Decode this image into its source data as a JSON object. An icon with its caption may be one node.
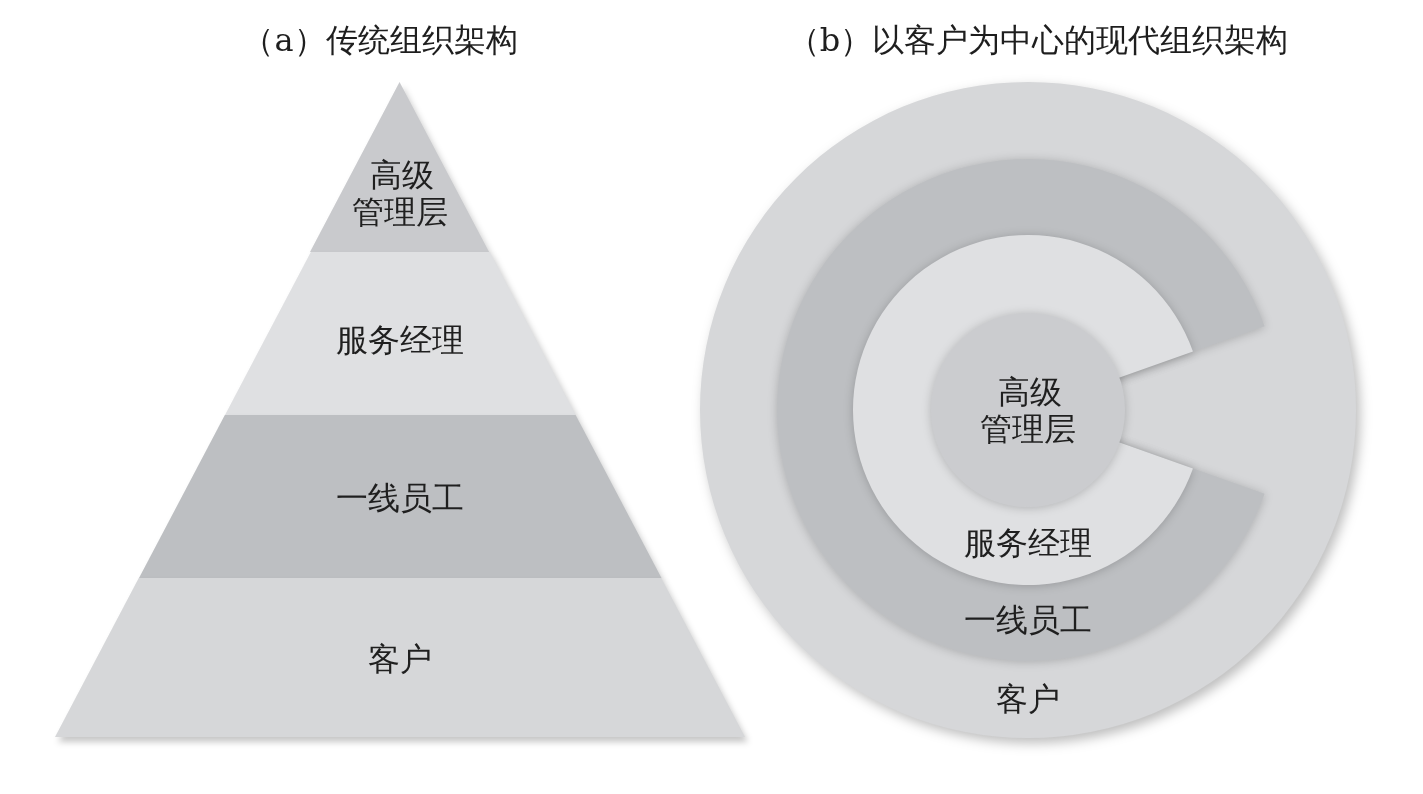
{
  "diagram": {
    "nodes": [
      {
        "text": [
          "高级管理层"
        ]
      },
      {
        "text": [
          "服务经理"
        ]
      },
      {
        "text": [
          "一线员工"
        ]
      },
      {
        "text": [
          "客户"
        ]
      },
      {
        "text": [
          "客户"
        ]
      },
      {
        "text": [
          "一线员工"
        ],
        "in": 4
      },
      {
        "text": [
          "服务经理"
        ],
        "in": 5
      },
      {
        "text": [
          "高级管理层"
        ],
        "in": 6
      }
    ],
    "labels": [
      "（a）传统组织架构",
      "（b）以客户为中心的现代组织架构"
    ]
  }
}
